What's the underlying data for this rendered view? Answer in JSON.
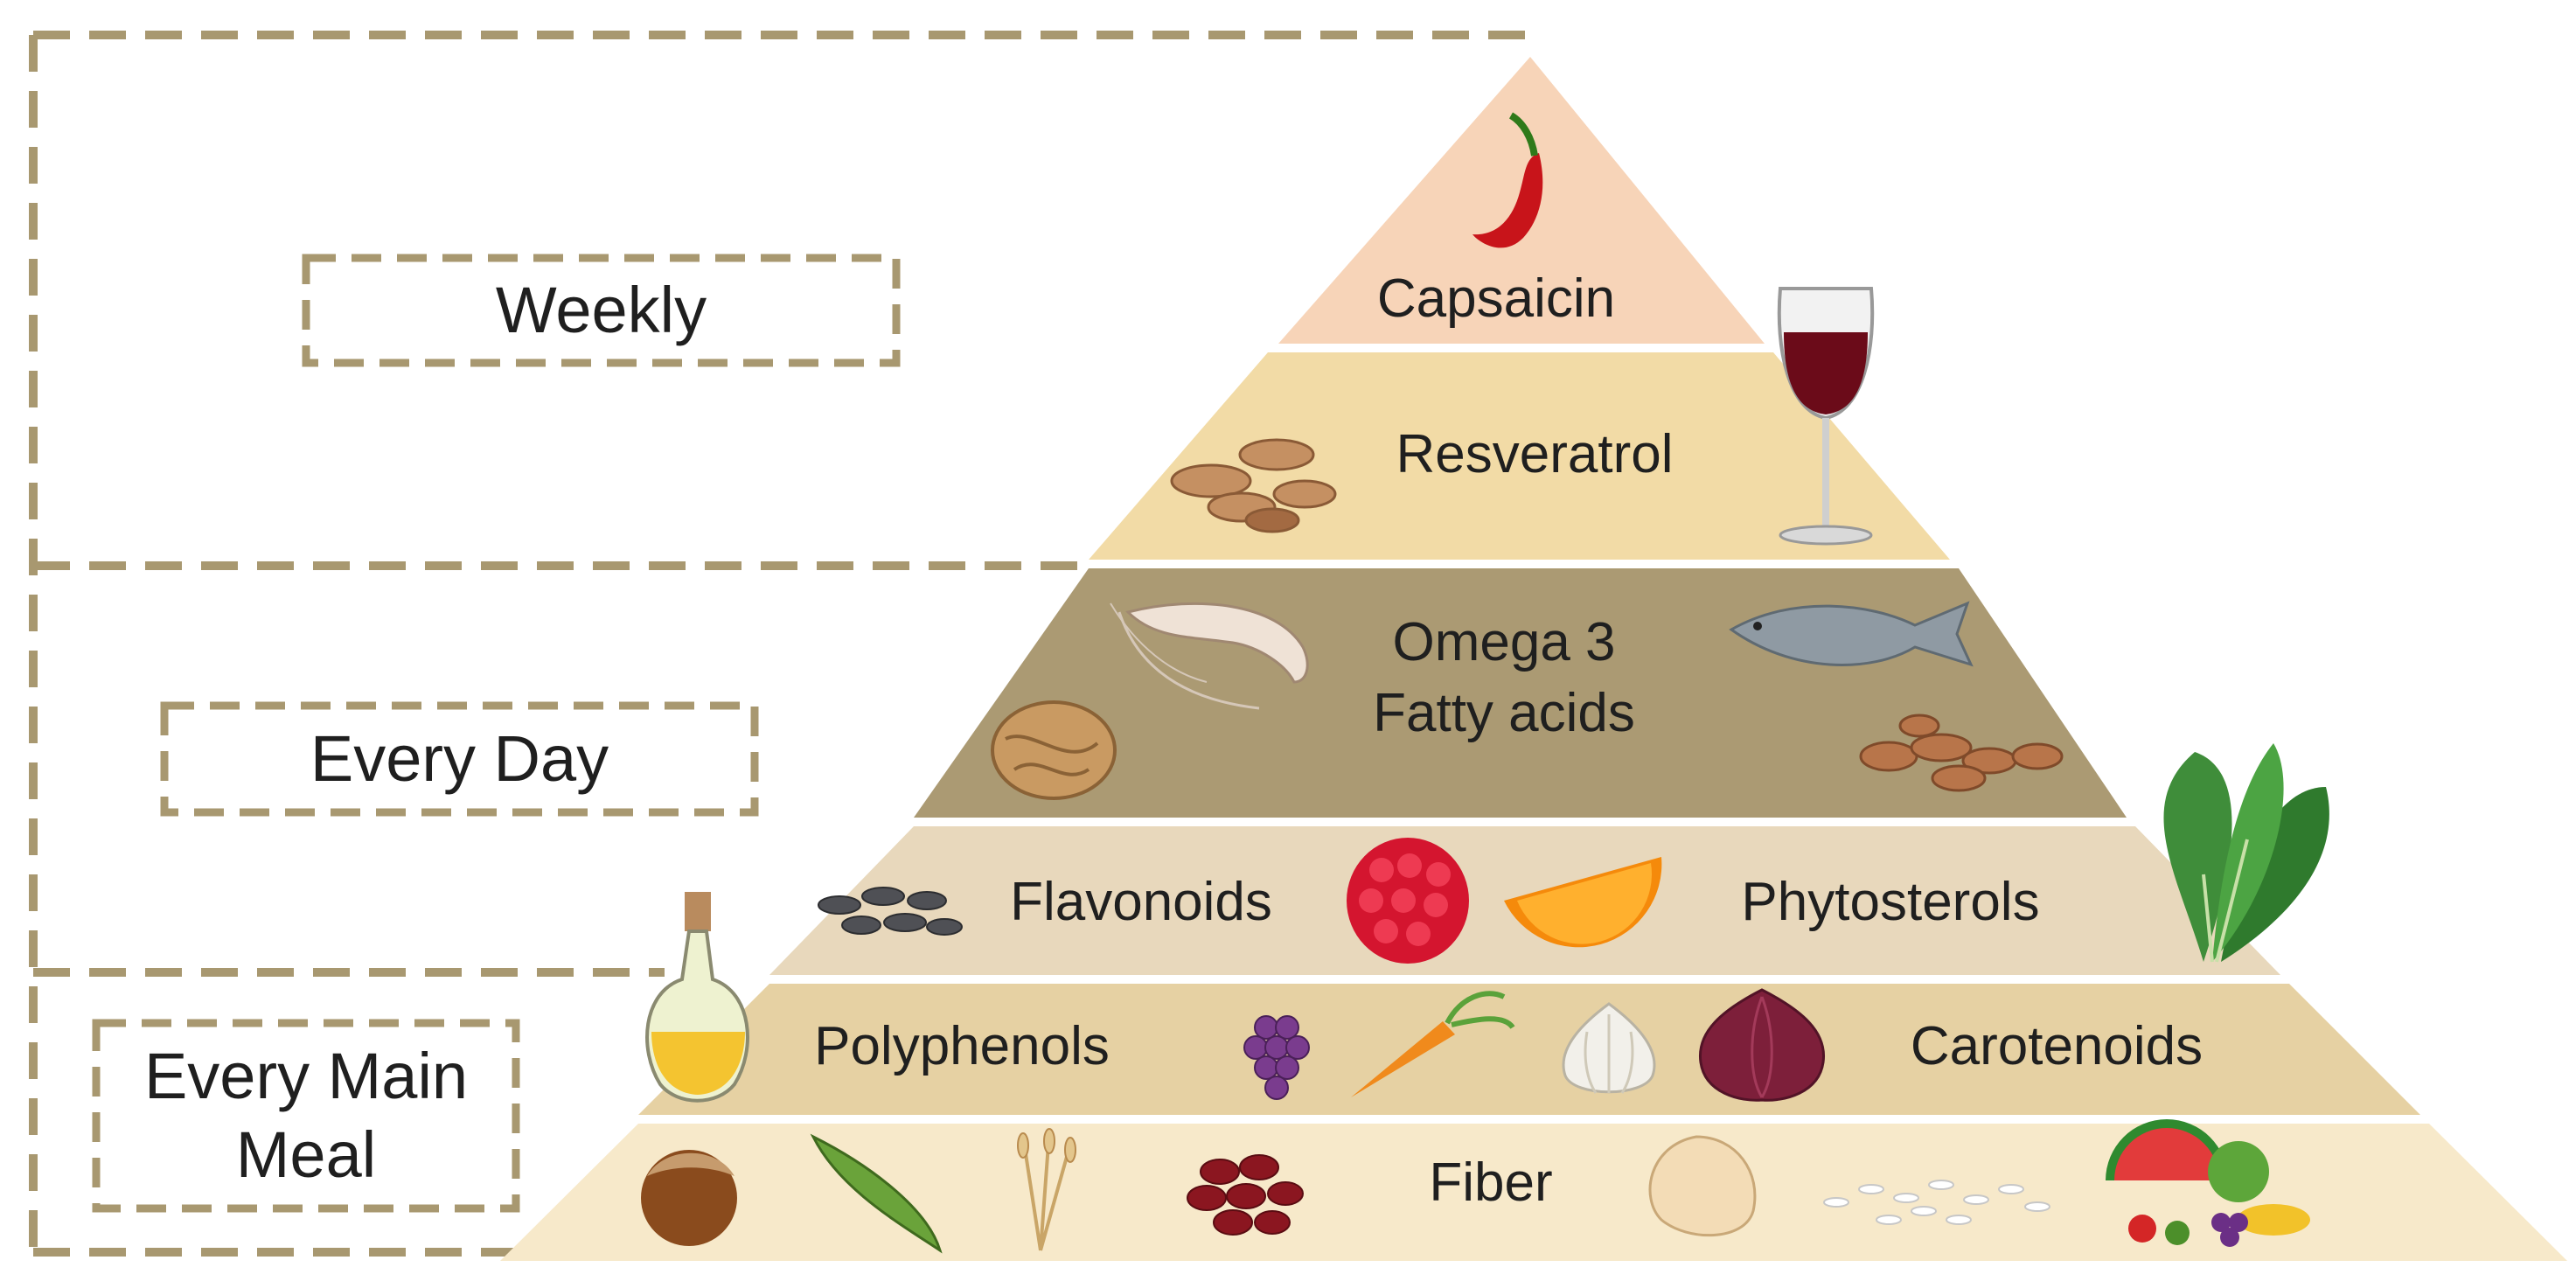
{
  "frequency_labels": {
    "weekly": "Weekly",
    "every_day": "Every Day",
    "every_main_meal": "Every Main\nMeal"
  },
  "tiers": [
    {
      "name": "capsaicin",
      "labels": [
        "Capsaicin"
      ],
      "color": "#f7d4b8",
      "icons": [
        "chili-pepper-icon"
      ]
    },
    {
      "name": "resveratrol",
      "labels": [
        "Resveratrol"
      ],
      "color": "#f2dba6",
      "icons": [
        "peanuts-icon",
        "red-wine-glass-icon"
      ]
    },
    {
      "name": "omega3",
      "labels": [
        "Omega 3",
        "Fatty acids"
      ],
      "color": "#ab9a73",
      "icons": [
        "shrimp-icon",
        "fish-icon",
        "walnut-icon",
        "almonds-icon"
      ]
    },
    {
      "name": "flavonoids-phytosterols",
      "labels": [
        "Flavonoids",
        "Phytosterols"
      ],
      "color": "#e8d8bc",
      "icons": [
        "sunflower-seeds-icon",
        "raspberry-icon",
        "orange-slice-icon",
        "spinach-icon",
        "olive-oil-bottle-icon"
      ]
    },
    {
      "name": "polyphenols-carotenoids",
      "labels": [
        "Polyphenols",
        "Carotenoids"
      ],
      "color": "#e6d1a3",
      "icons": [
        "grapes-icon",
        "carrot-icon",
        "garlic-icon",
        "red-onion-icon"
      ]
    },
    {
      "name": "fiber",
      "labels": [
        "Fiber"
      ],
      "color": "#f7e9ca",
      "icons": [
        "hazelnut-icon",
        "pea-pod-icon",
        "wheat-icon",
        "red-beans-icon",
        "chickpea-icon",
        "rice-icon",
        "fruit-vegetable-assortment-icon"
      ]
    }
  ],
  "colors": {
    "dashed_border": "#a89870",
    "text": "#1f1f1f"
  }
}
